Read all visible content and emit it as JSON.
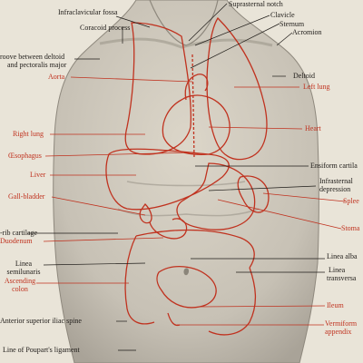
{
  "colors": {
    "paper": "#e9e4d8",
    "skin_shade": "#b7b1a6",
    "ink": "#1e1b18",
    "organ_outline": "#c0321f"
  },
  "labels": {
    "infraclavicular_fossa": "Infraclavicular fossa",
    "suprasternal_notch": "Suprasternal notch",
    "coracoid_process": "Coracoid process",
    "clavicle": "Clavicle",
    "sternum": "Sternum",
    "acromion": "Acromion",
    "groove_line1": "roove between deltoid",
    "groove_line2": "and pectoralis major",
    "deltoid": "Deltoid",
    "ensiform_cartilage": "Ensiform cartila",
    "infrasternal_line1": "Infrasternal",
    "infrasternal_line2": "depression",
    "rib_cartilage": "-rib cartilage",
    "linea_alba": "Linea alba",
    "linea_semilunaris_line1": "Linea",
    "linea_semilunaris_line2": "semilunaris",
    "linea_transversa_line1": "Linea",
    "linea_transversa_line2": "transversa",
    "anterior_superior_iliac_spine": "Anterior superior iliac spine",
    "line_of_pouparts_ligament": "Line of Poupart's ligament"
  },
  "organs": {
    "aorta": "Aorta",
    "left_lung": "Left lung",
    "right_lung": "Right lung",
    "heart": "Heart",
    "oesophagus": "Œsophagus",
    "liver": "Liver",
    "spleen": "Splee",
    "gall_bladder": "Gall-bladder",
    "stomach": "Stoma",
    "duodenum": "Duodenum",
    "ascending_colon_line1": "Ascending",
    "ascending_colon_line2": "colon",
    "ileum": "Ileum",
    "vermiform_line1": "Vermiform",
    "vermiform_line2": "appendix"
  }
}
